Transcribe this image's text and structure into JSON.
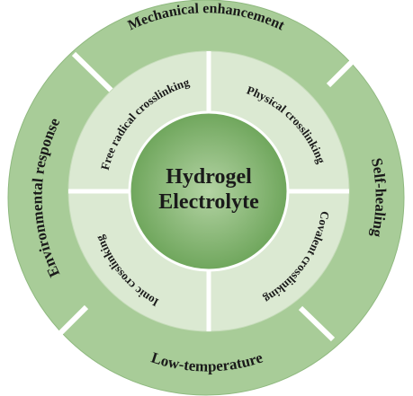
{
  "center": {
    "line1": "Hydrogel",
    "line2": "Electrolyte"
  },
  "outer_ring": [
    {
      "key": "mechanical",
      "label": "Mechanical enhancement"
    },
    {
      "key": "selfhealing",
      "label": "Self-healing"
    },
    {
      "key": "lowtemp",
      "label": "Low-temperature"
    },
    {
      "key": "environmental",
      "label": "Environmental response"
    }
  ],
  "inner_ring": [
    {
      "key": "physical",
      "label": "Physical crosslinking"
    },
    {
      "key": "covalent",
      "label": "Covalent crosslinking"
    },
    {
      "key": "ionic",
      "label": "Ionic crosslinking"
    },
    {
      "key": "freeradical",
      "label": "Free radical crosslinking"
    }
  ],
  "colors": {
    "outer_ring": "#a8cc98",
    "outer_ring_edge": "#8fb97f",
    "inner_ring": "#dbe9d2",
    "inner_ring_edge": "#c6dcba",
    "center_light": "#b3d3a3",
    "center_dark": "#6fa65c",
    "separator": "#ffffff"
  }
}
